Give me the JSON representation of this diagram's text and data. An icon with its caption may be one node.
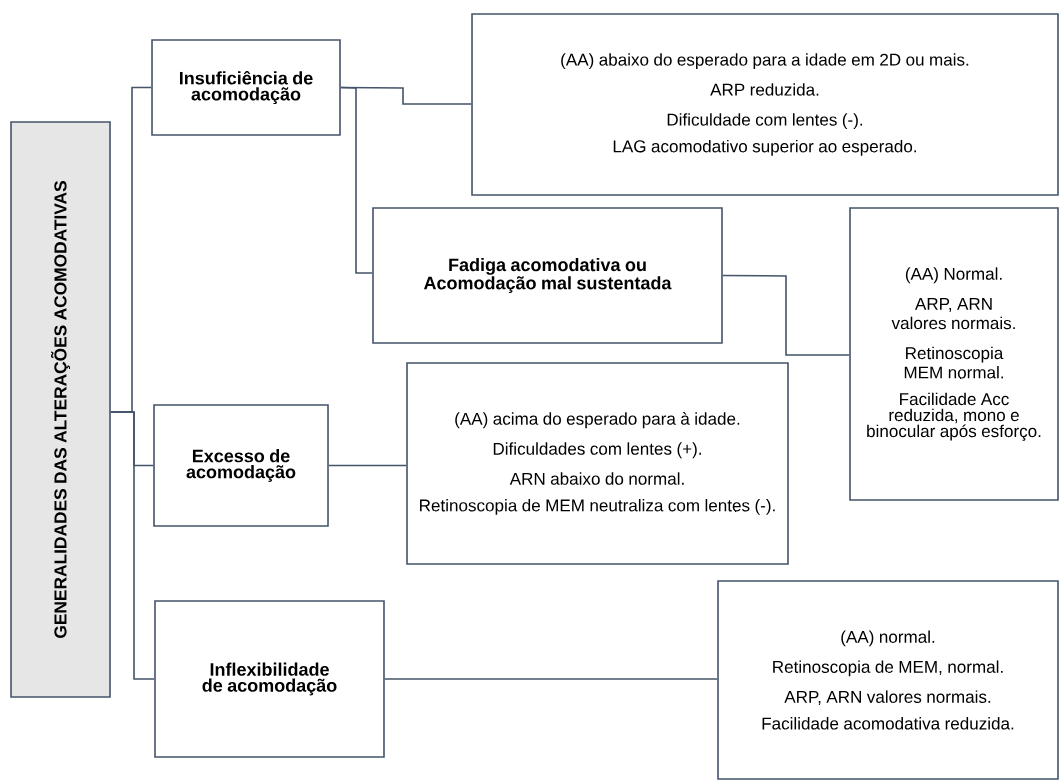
{
  "diagram": {
    "nodes": [
      {
        "text": [
          "GENERALIDADES DAS ALTERAÇÕES ACOMODATIVAS"
        ]
      },
      {
        "text": [
          "Insuficiência de acomodação"
        ]
      },
      {
        "text": [
          "(AA) abaixo do esperado para a idade em 2D ou mais.",
          "ARP reduzida.",
          "Dificuldade com lentes (-).",
          "LAG acomodativo superior ao esperado."
        ]
      },
      {
        "text": [
          "Fadiga acomodativa ou Acomodação mal sustentada"
        ]
      },
      {
        "text": [
          "(AA) Normal.",
          "ARP, ARN valores normais.",
          "Retinoscopia MEM normal.",
          "Facilidade Acc reduzida, mono e binocular após esforço."
        ]
      },
      {
        "text": [
          "Excesso de acomodação"
        ]
      },
      {
        "text": [
          "(AA) acima do esperado para à idade.",
          "Dificuldades com lentes (+).",
          "ARN abaixo do normal.",
          "Retinoscopia de MEM neutraliza com lentes (-)."
        ]
      },
      {
        "text": [
          "Inflexibilidade de acomodação"
        ]
      },
      {
        "text": [
          "(AA) normal.",
          "Retinoscopia de MEM, normal.",
          "ARP, ARN valores normais.",
          "Facilidade acomodativa reduzida."
        ]
      }
    ],
    "edges": [
      {
        "from": 0,
        "to": 1,
        "arrow": "none"
      },
      {
        "from": 0,
        "to": 5,
        "arrow": "none"
      },
      {
        "from": 0,
        "to": 7,
        "arrow": "none"
      },
      {
        "from": 1,
        "to": 2,
        "arrow": "none"
      },
      {
        "from": 1,
        "to": 3,
        "arrow": "none"
      },
      {
        "from": 3,
        "to": 4,
        "arrow": "none"
      },
      {
        "from": 5,
        "to": 6,
        "arrow": "none"
      },
      {
        "from": 7,
        "to": 8,
        "arrow": "none"
      }
    ]
  }
}
